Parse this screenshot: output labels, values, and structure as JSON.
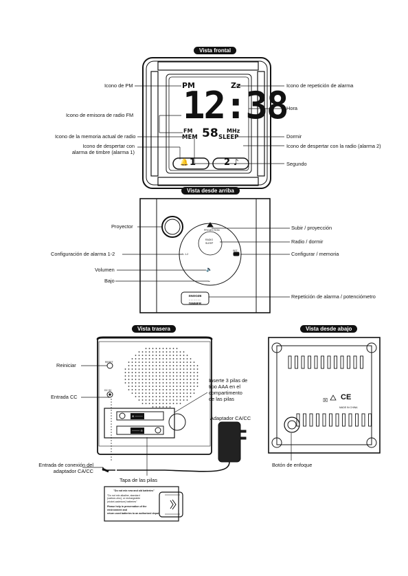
{
  "sections": {
    "front": "Vista frontal",
    "top": "Vista desde arriba",
    "rear": "Vista trasera",
    "bottom": "Vista desde abajo"
  },
  "front": {
    "display": {
      "pm": "PM",
      "zz": "Zz",
      "time": "12:38",
      "band": "FM",
      "mem": "MEM",
      "freq": "58",
      "unit": "MHz",
      "sleep": "SLEEP",
      "alarm1": "1",
      "alarm2": "2"
    },
    "labels": {
      "pm_icon": "Icono de PM",
      "fm_icon": "Icono de emisora de radio FM",
      "memory_icon": "Icono de la memoria actual de radio",
      "buzzer_alarm_line1": "Icono de despertar con",
      "buzzer_alarm_line2": "alarma de timbre (alarma 1)",
      "snooze_icon": "Icono de repetición de alarma",
      "hour": "Hora",
      "sleep": "Dormir",
      "radio_alarm": "Icono de despertar con la radio (alarma 2)",
      "second": "Segundo"
    }
  },
  "top": {
    "labels": {
      "projector": "Proyector",
      "alarm_setting": "Configuración de alarma 1-2",
      "volume": "Volumen",
      "down": "Bajo",
      "up_projection": "Subir / proyección",
      "radio_sleep": "Radio / dormir",
      "set_memory": "Configurar / memoria",
      "snooze_dimmer": "Repetición de alarma / potenciómetro"
    },
    "device": {
      "snooze_line1": "SNOOZE",
      "snooze_line2": "DIMMER",
      "up_text": "PROJECTION",
      "radio_text1": "RADIO",
      "radio_text2": "SLEEP",
      "set_text": "SET",
      "alarm_text": "AL 1-2"
    }
  },
  "rear": {
    "labels": {
      "reset": "Reiniciar",
      "dc_in": "Entrada CC",
      "battery_line1": "Inserte 3 pilas de",
      "battery_line2": "tipo AAA en el",
      "battery_line3": "compartimento",
      "battery_line4": "de las pilas",
      "adapter": "Adaptador CA/CC",
      "connection_line1": "Entrada de conexión del",
      "connection_line2": "adaptador  CA/CC",
      "battery_cover": "Tapa de las pilas"
    },
    "device": {
      "reset_text": "RESET",
      "dc_text": "DC 5V"
    },
    "battery_note": {
      "line1": "\"Do not mix new and old batteries\"",
      "line2": "\"Do not mix alkaline, standard",
      "line3": "(carbon-zinc), or rechargeable",
      "line4": "(nickel-cadmium) batteries\"",
      "line5": "Please help in preservation of the environment and",
      "line6": "return used batteries to an authorized depot."
    }
  },
  "bottom": {
    "labels": {
      "focus_button": "Botón de enfoque"
    },
    "device": {
      "ce": "CE",
      "made_in": "MADE IN CHINA"
    }
  }
}
